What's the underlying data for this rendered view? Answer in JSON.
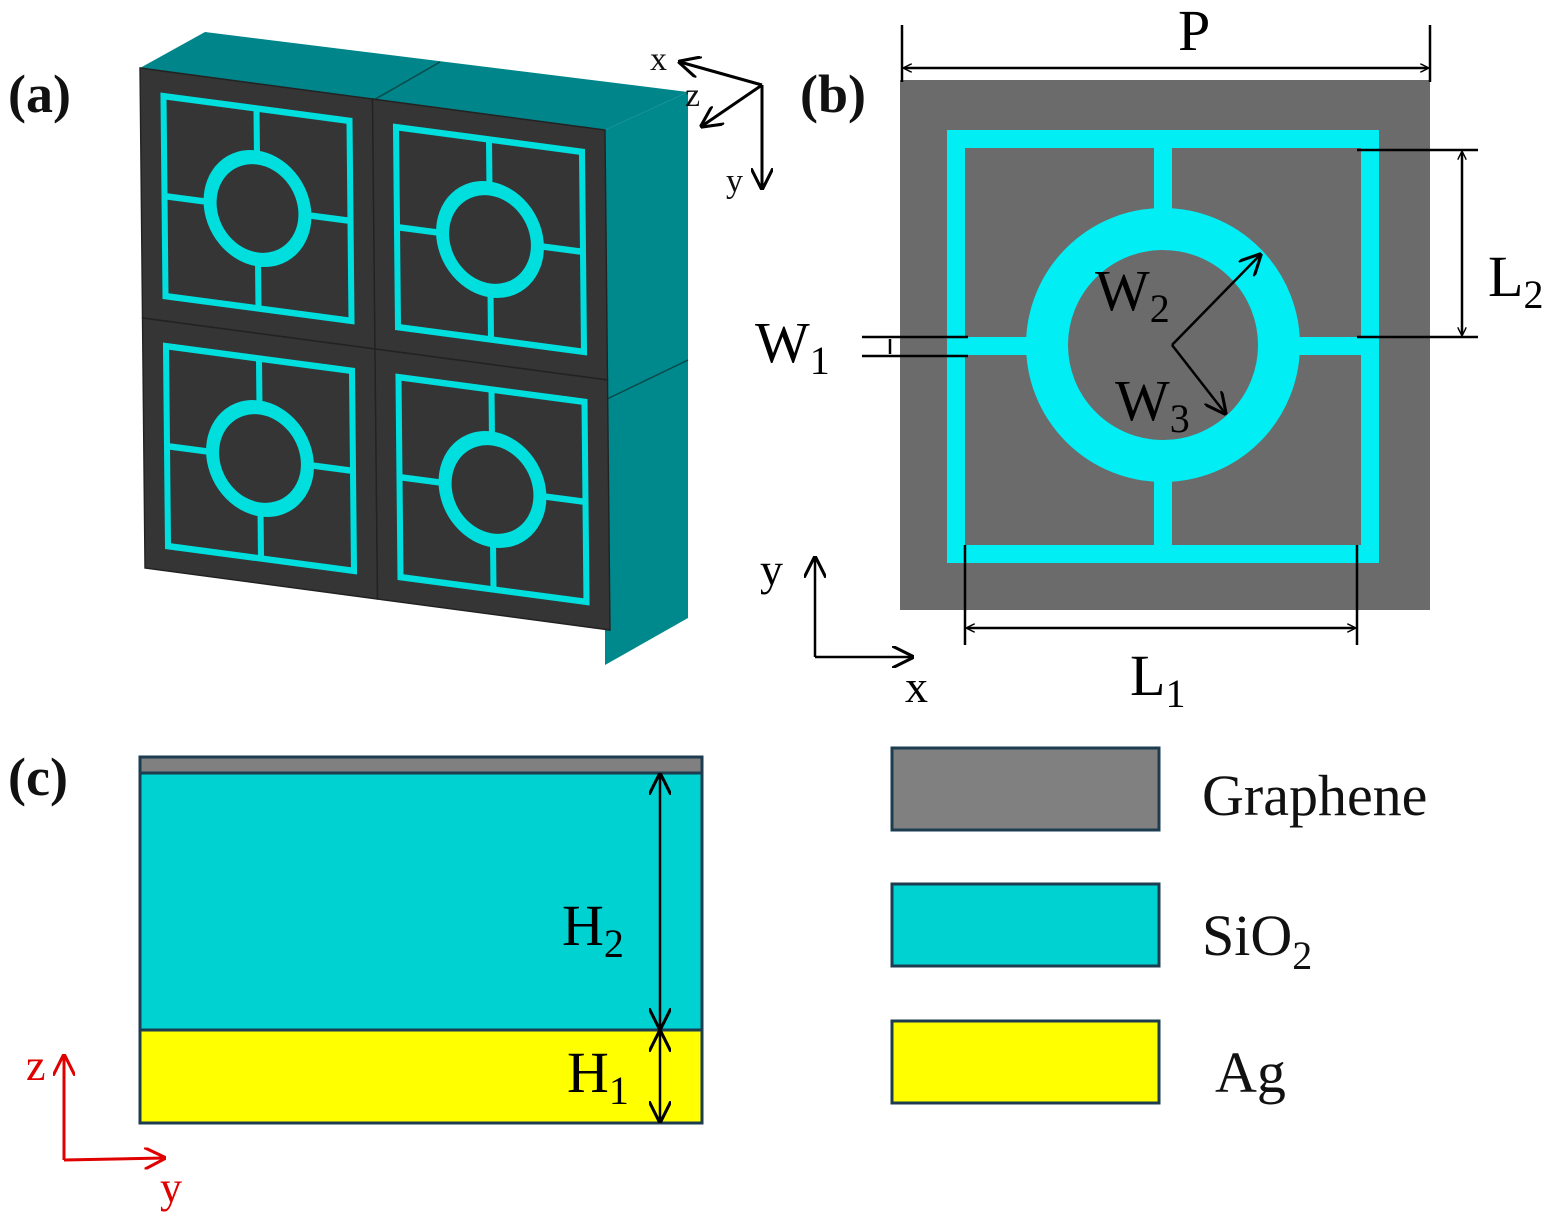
{
  "panels": {
    "a": {
      "label": "(a)",
      "axes": {
        "x": "x",
        "y": "y",
        "z": "z"
      }
    },
    "b": {
      "label": "(b)",
      "axes": {
        "x": "x",
        "y": "y"
      },
      "dims": {
        "P": "P",
        "L1": "L",
        "L1_sub": "1",
        "L2": "L",
        "L2_sub": "2",
        "W1": "W",
        "W1_sub": "1",
        "W2": "W",
        "W2_sub": "2",
        "W3": "W",
        "W3_sub": "3"
      }
    },
    "c": {
      "label": "(c)",
      "axes": {
        "z": "z",
        "y": "y"
      },
      "dims": {
        "H1": "H",
        "H1_sub": "1",
        "H2": "H",
        "H2_sub": "2"
      }
    }
  },
  "legend": [
    {
      "name": "Graphene",
      "sub": "",
      "color": "#808080"
    },
    {
      "name": "SiO",
      "sub": "2",
      "color": "#00d2d2"
    },
    {
      "name": "Ag",
      "sub": "",
      "color": "#ffff00"
    }
  ],
  "colors": {
    "cyan_pattern": "#00e6ee",
    "dark_substrate": "#353535",
    "teal_side": "#00868a",
    "gray_cell": "#6b6b6b",
    "axis_red": "#e00000"
  }
}
